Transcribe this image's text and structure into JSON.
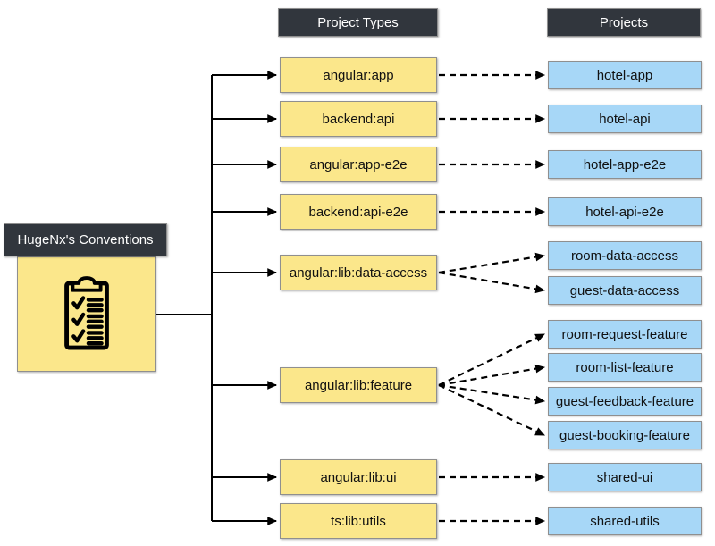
{
  "root": {
    "label": "HugeNx's Conventions",
    "icon": "clipboard-check-icon"
  },
  "columns": {
    "types_header": "Project Types",
    "projects_header": "Projects"
  },
  "types": [
    {
      "label": "angular:app",
      "projects": [
        "hotel-app"
      ]
    },
    {
      "label": "backend:api",
      "projects": [
        "hotel-api"
      ]
    },
    {
      "label": "angular:app-e2e",
      "projects": [
        "hotel-app-e2e"
      ]
    },
    {
      "label": "backend:api-e2e",
      "projects": [
        "hotel-api-e2e"
      ]
    },
    {
      "label": "angular:lib:data-access",
      "projects": [
        "room-data-access",
        "guest-data-access"
      ]
    },
    {
      "label": "angular:lib:feature",
      "projects": [
        "room-request-feature",
        "room-list-feature",
        "guest-feedback-feature",
        "guest-booking-feature"
      ]
    },
    {
      "label": "angular:lib:ui",
      "projects": [
        "shared-ui"
      ]
    },
    {
      "label": "ts:lib:utils",
      "projects": [
        "shared-utils"
      ]
    }
  ],
  "colors": {
    "type_fill": "#FBE78B",
    "project_fill": "#A7D7F7",
    "header_fill": "#31363D",
    "header_text": "#FFFFFF",
    "box_border": "#8F8F8F",
    "line": "#000000",
    "background": "#FFFFFF"
  }
}
